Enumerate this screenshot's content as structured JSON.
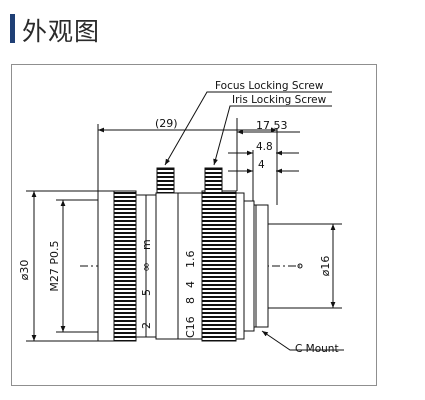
{
  "header": {
    "title": "外观图"
  },
  "drawing": {
    "callouts": {
      "focus_locking_screw": "Focus Locking Screw",
      "iris_locking_screw": "Iris Locking Screw",
      "c_mount": "C Mount"
    },
    "dimensions": {
      "overall_length": "(29)",
      "length_to_mount": "17.53",
      "dim_4_8": "4.8",
      "dim_4": "4",
      "outer_diameter": "ø30",
      "front_thread": "M27 P0.5",
      "mount_diameter": "ø16"
    },
    "focus_ring_scale": [
      "2",
      "5",
      "∞",
      "m"
    ],
    "iris_ring_scale": [
      "C16",
      "8",
      "4",
      "1.6"
    ]
  },
  "colors": {
    "accent": "#1f3f75",
    "frame": "#8f8f8f",
    "ink": "#111111"
  }
}
